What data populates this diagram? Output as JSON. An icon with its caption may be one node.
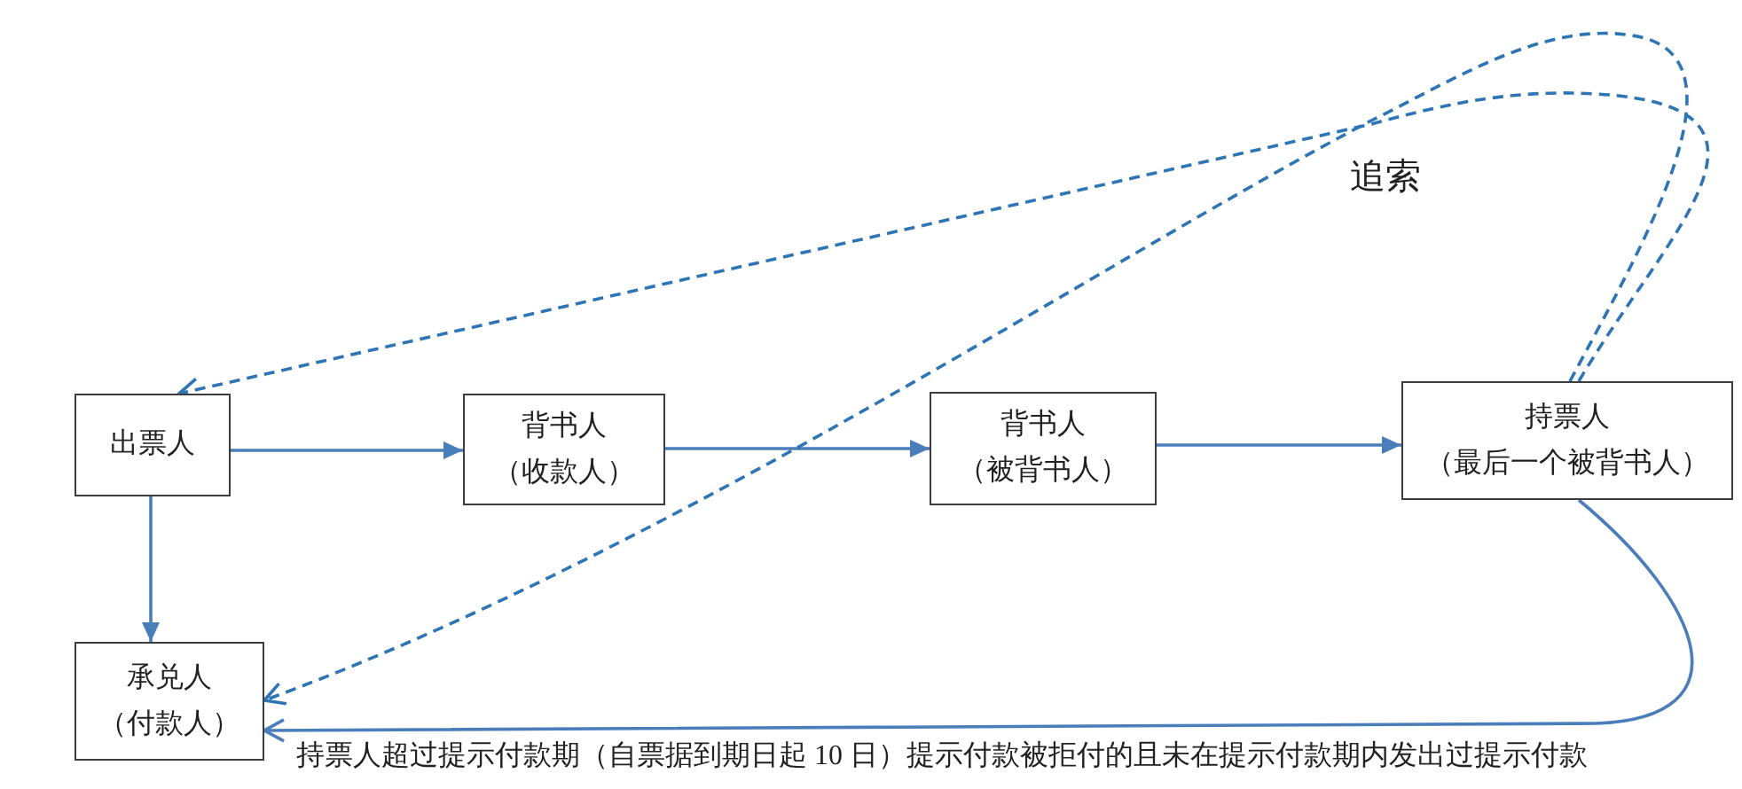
{
  "diagram": {
    "nodes": [
      {
        "text": [
          "出票人"
        ]
      },
      {
        "text": [
          "背书人",
          "（收款人）"
        ]
      },
      {
        "text": [
          "背书人",
          "（被背书人）"
        ]
      },
      {
        "text": [
          "持票人",
          "（最后一个被背书人）"
        ]
      },
      {
        "text": [
          "承兑人",
          "（付款人）"
        ]
      }
    ],
    "edges": [
      {
        "from": 0,
        "to": 1,
        "arrow": "to"
      },
      {
        "from": 1,
        "to": 2,
        "arrow": "to"
      },
      {
        "from": 2,
        "to": 3,
        "arrow": "to"
      },
      {
        "from": 0,
        "to": 4,
        "arrow": "to"
      },
      {
        "from": 3,
        "to": 0,
        "arrow": "to",
        "style": "dashed",
        "color": "#2e75b6",
        "label": "追索"
      },
      {
        "from": 3,
        "to": 4,
        "arrow": "to",
        "style": "dashed",
        "color": "#2e75b6"
      },
      {
        "from": 3,
        "to": 4,
        "arrow": "to",
        "label": "持票人超过提示付款期（自票据到期日起 10 日）提示付款被拒付的且未在提示付款期内发出过提示付款"
      }
    ]
  }
}
